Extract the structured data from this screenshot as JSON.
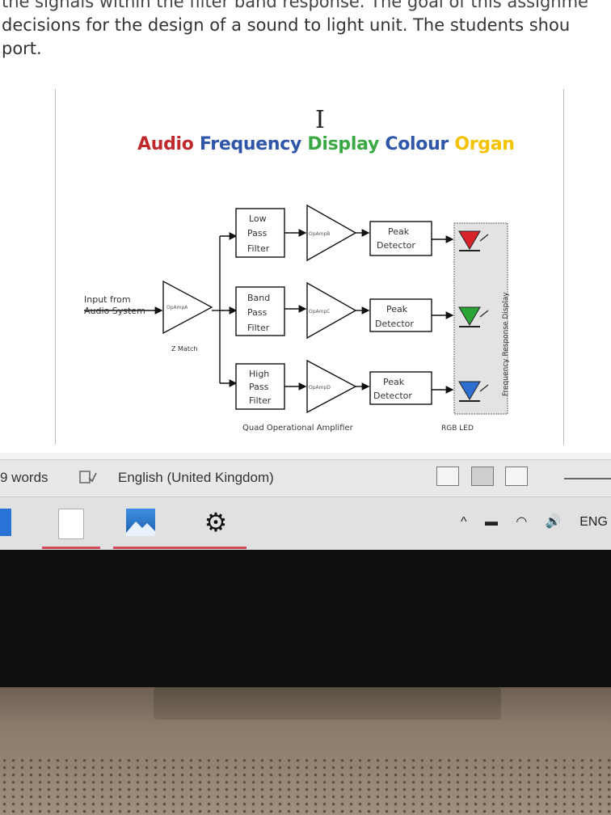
{
  "document": {
    "lines": [
      "the signals within the filter band response. The goal of this assignme",
      "decisions for the design of a sound to light unit. The students shou",
      "port."
    ]
  },
  "figure": {
    "title_parts": [
      {
        "text": "Audio ",
        "color": "#c0282d"
      },
      {
        "text": "Frequency ",
        "color": "#2f56a8"
      },
      {
        "text": "Display ",
        "color": "#3aa844"
      },
      {
        "text": "Colour ",
        "color": "#2f56a8"
      },
      {
        "text": "Organ",
        "color": "#f3c200"
      }
    ],
    "cursor": "I",
    "input_label": [
      "Input from",
      "Audio System"
    ],
    "z_amp_label": "OpAmpA",
    "z_match_label": "Z Match",
    "filters": [
      {
        "lines": [
          "Low",
          "Pass",
          "Filter"
        ],
        "amp": "OpAmpB",
        "detector": [
          "Peak",
          "Detector"
        ],
        "led_color": "#d8232a"
      },
      {
        "lines": [
          "Band",
          "Pass",
          "Filter"
        ],
        "amp": "OpAmpC",
        "detector": [
          "Peak",
          "Detector"
        ],
        "led_color": "#2aa535"
      },
      {
        "lines": [
          "High",
          "Pass",
          "Filter"
        ],
        "amp": "OpAmpD",
        "detector": [
          "Peak",
          "Detector"
        ],
        "led_color": "#2f6fd1"
      }
    ],
    "quad_label": "Quad Operational Amplifier",
    "rgb_label": "RGB LED",
    "display_label": "Frequency Response Display"
  },
  "status_bar": {
    "word_count": "9 words",
    "language": "English (United Kingdom)"
  },
  "taskbar": {
    "tray_text": "ENG",
    "icons": [
      "edge-icon",
      "file-icon",
      "photos-icon",
      "settings-icon",
      "chevron-up-icon",
      "battery-icon",
      "wifi-icon",
      "speaker-icon"
    ]
  }
}
